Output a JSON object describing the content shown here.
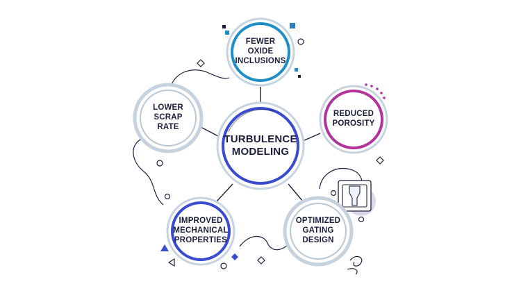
{
  "center": {
    "lines": [
      "TURBULENCE",
      "MODELING"
    ],
    "ring_color": "#3a4bd0"
  },
  "nodes": [
    {
      "id": "fewer-oxide-inclusions",
      "lines": [
        "FEWER",
        "OXIDE",
        "INCLUSIONS"
      ],
      "ring_color": "#1e8fc6"
    },
    {
      "id": "reduced-porosity",
      "lines": [
        "REDUCED",
        "POROSITY"
      ],
      "ring_color": "#b0339e"
    },
    {
      "id": "optimized-gating-design",
      "lines": [
        "OPTIMIZED",
        "GATING",
        "DESIGN"
      ],
      "ring_color": "#b8c7d4"
    },
    {
      "id": "improved-mechanical-properties",
      "lines": [
        "IMPROVED",
        "MECHANICAL",
        "PROPERTIES"
      ],
      "ring_color": "#3a4bd0"
    },
    {
      "id": "lower-scrap-rate",
      "lines": [
        "LOWER",
        "SCRAP",
        "RATE"
      ],
      "ring_color": "#b8c7d4"
    }
  ],
  "colors": {
    "ink": "#1b1f3b",
    "outer_ring": "#c6d3de",
    "light_fill": "#eef3f8",
    "accent_blue": "#2f7fc0",
    "accent_indigo": "#3a4bd0",
    "accent_magenta": "#b0339e",
    "icon_bg": "#ded8ea"
  },
  "icons": [
    "mold-casting-icon"
  ]
}
